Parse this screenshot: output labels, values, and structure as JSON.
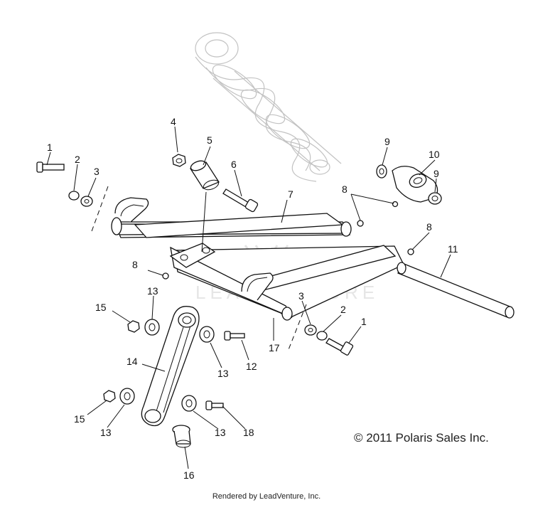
{
  "diagram": {
    "callouts": [
      "1",
      "2",
      "3",
      "4",
      "5",
      "6",
      "7",
      "8",
      "9",
      "10",
      "11",
      "12",
      "13",
      "14",
      "15",
      "16",
      "17",
      "18"
    ],
    "copyright": "© 2011 Polaris Sales Inc.",
    "rendered_by": "Rendered by LeadVenture, Inc.",
    "watermark": "LEADVENTURE"
  }
}
